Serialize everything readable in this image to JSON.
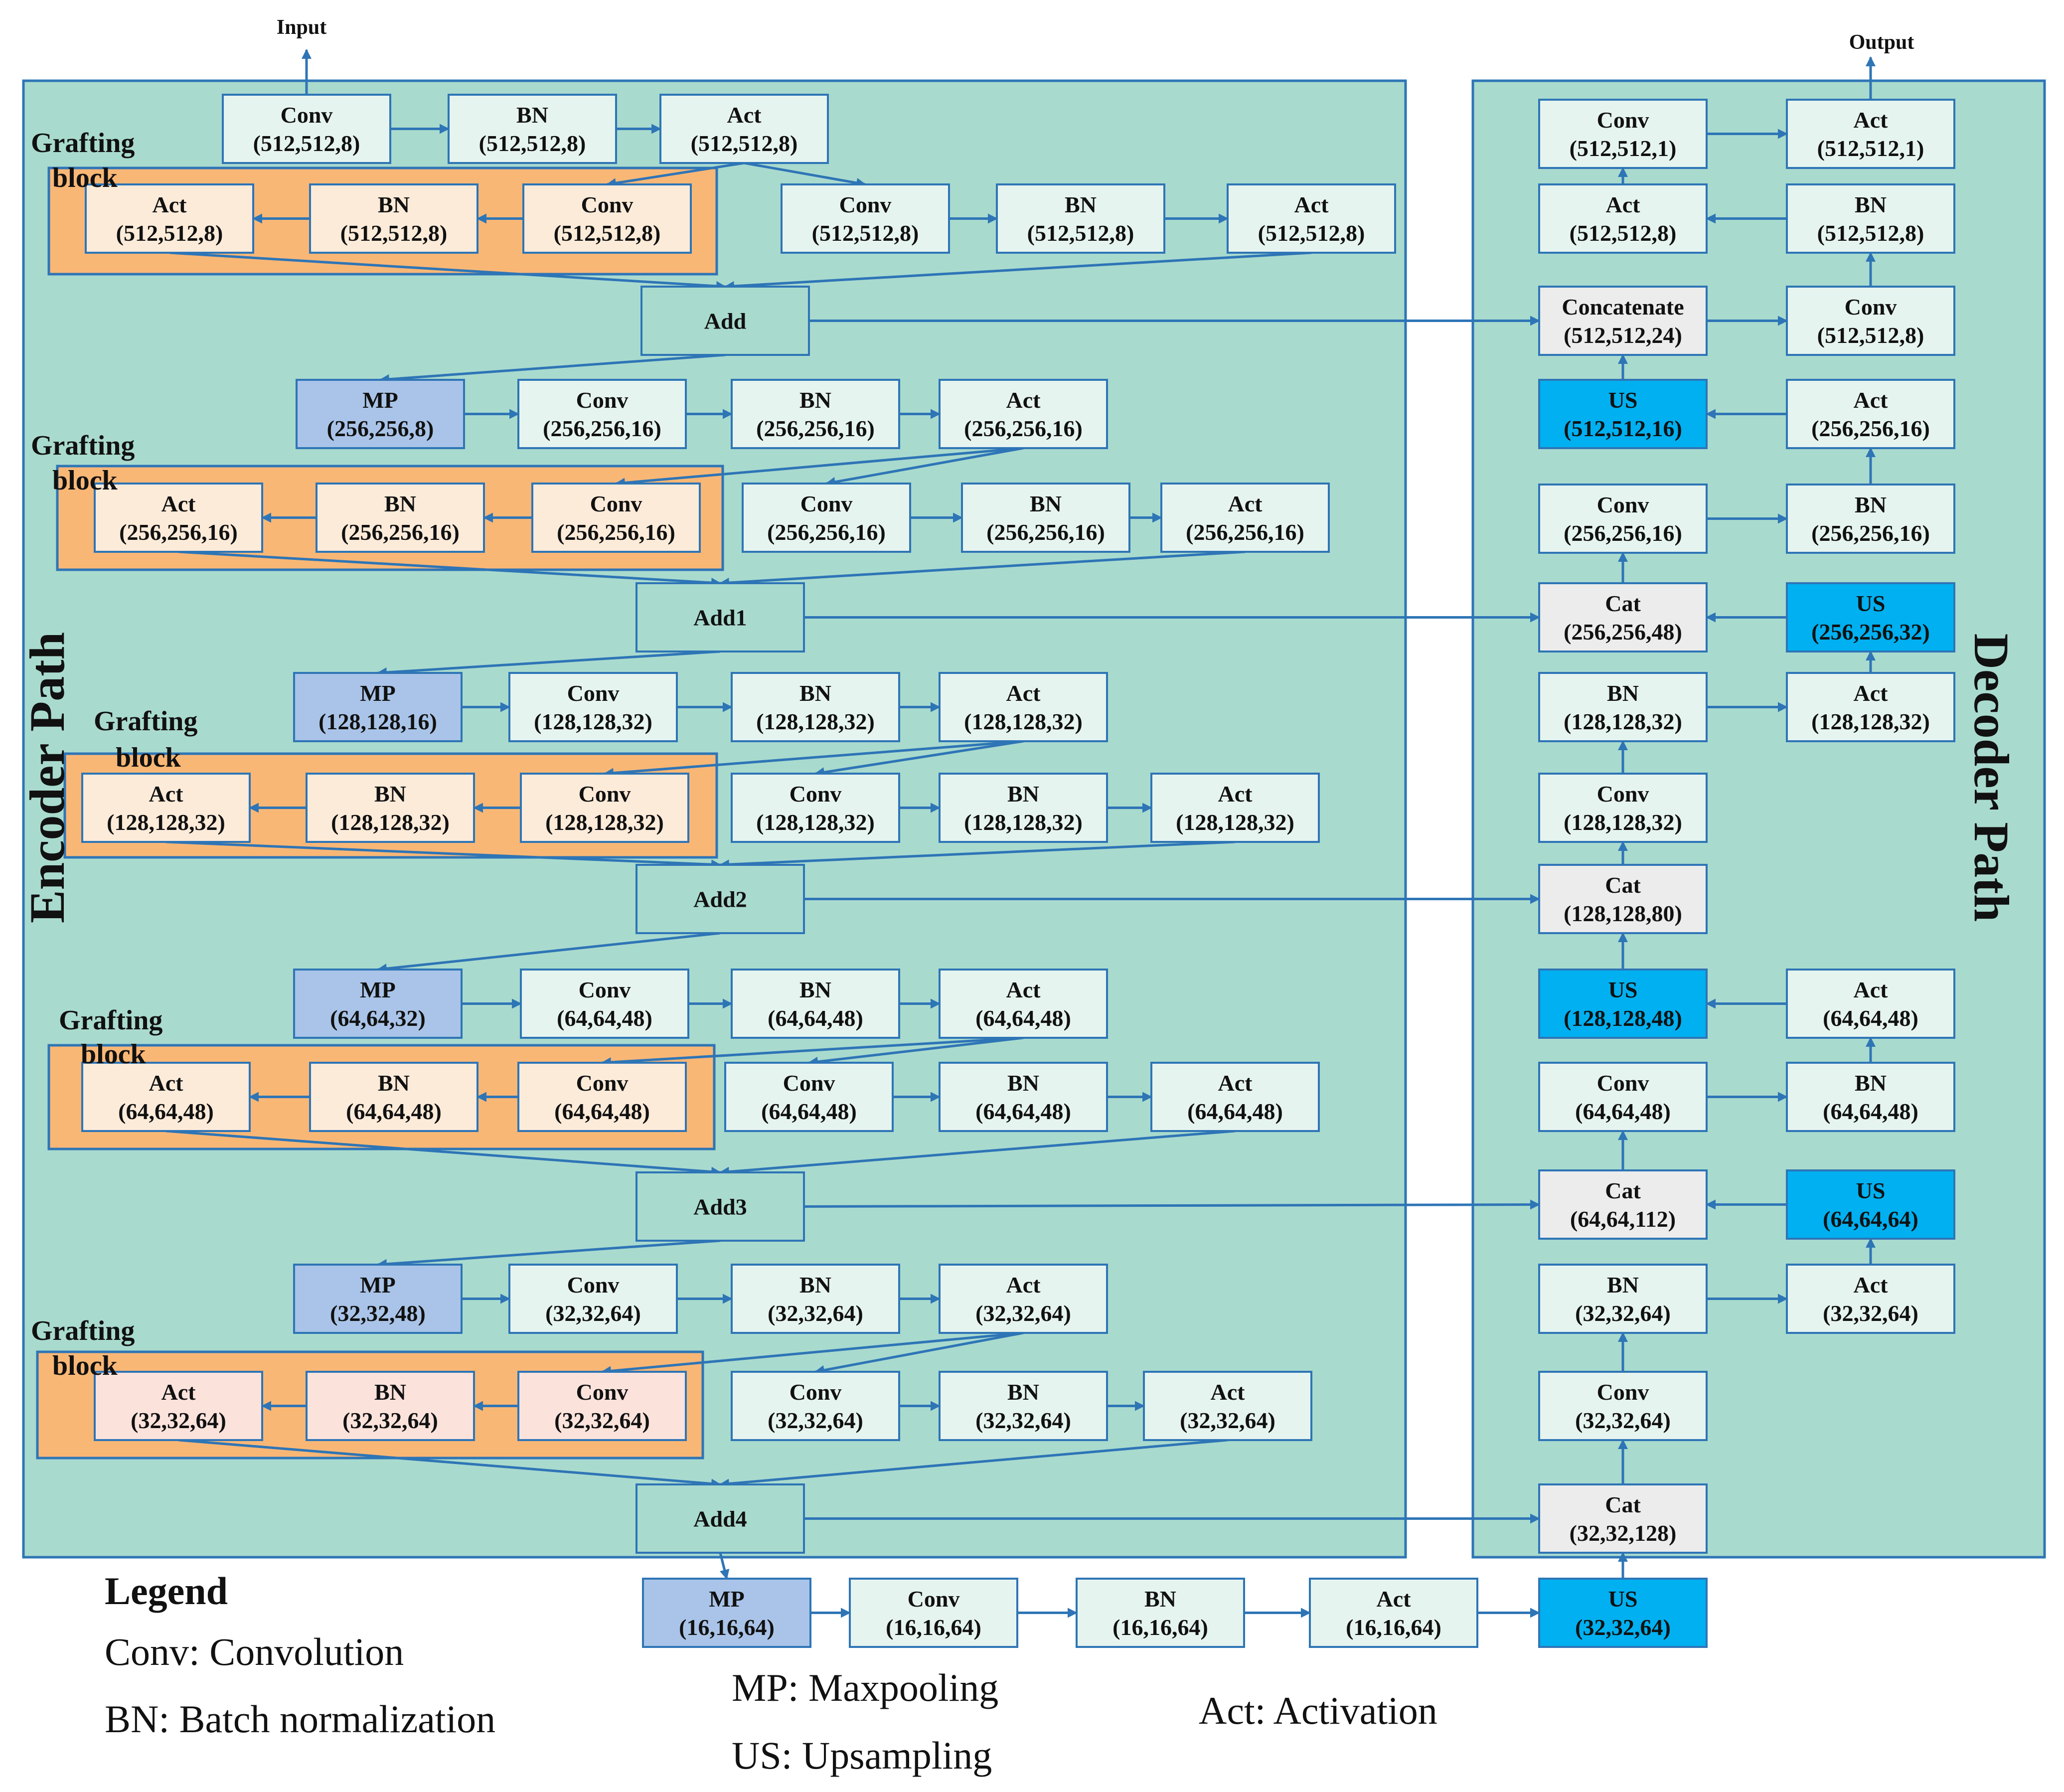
{
  "io": {
    "input": "Input",
    "output": "Output"
  },
  "labels": {
    "encoder": "Encoder Path",
    "decoder": "Decoder Path"
  },
  "grafting": [
    {
      "line1": "Grafting",
      "line2": "block"
    },
    {
      "line1": "Grafting",
      "line2": "block"
    },
    {
      "line1": "Grafting",
      "line2": "block"
    },
    {
      "line1": "Grafting",
      "line2": "block"
    },
    {
      "line1": "Grafting",
      "line2": "block"
    }
  ],
  "nodes": {
    "e0_conv": {
      "op": "Conv",
      "shape": "(512,512,8)"
    },
    "e0_bn": {
      "op": "BN",
      "shape": "(512,512,8)"
    },
    "e0_act": {
      "op": "Act",
      "shape": "(512,512,8)"
    },
    "g0_act": {
      "op": "Act",
      "shape": "(512,512,8)"
    },
    "g0_bn": {
      "op": "BN",
      "shape": "(512,512,8)"
    },
    "g0_conv": {
      "op": "Conv",
      "shape": "(512,512,8)"
    },
    "e0_conv2": {
      "op": "Conv",
      "shape": "(512,512,8)"
    },
    "e0_bn2": {
      "op": "BN",
      "shape": "(512,512,8)"
    },
    "e0_act2": {
      "op": "Act",
      "shape": "(512,512,8)"
    },
    "add0": {
      "op": "Add",
      "shape": ""
    },
    "e1_mp": {
      "op": "MP",
      "shape": "(256,256,8)"
    },
    "e1_conv": {
      "op": "Conv",
      "shape": "(256,256,16)"
    },
    "e1_bn": {
      "op": "BN",
      "shape": "(256,256,16)"
    },
    "e1_act": {
      "op": "Act",
      "shape": "(256,256,16)"
    },
    "g1_act": {
      "op": "Act",
      "shape": "(256,256,16)"
    },
    "g1_bn": {
      "op": "BN",
      "shape": "(256,256,16)"
    },
    "g1_conv": {
      "op": "Conv",
      "shape": "(256,256,16)"
    },
    "e1_conv2": {
      "op": "Conv",
      "shape": "(256,256,16)"
    },
    "e1_bn2": {
      "op": "BN",
      "shape": "(256,256,16)"
    },
    "e1_act2": {
      "op": "Act",
      "shape": "(256,256,16)"
    },
    "add1": {
      "op": "Add1",
      "shape": ""
    },
    "e2_mp": {
      "op": "MP",
      "shape": "(128,128,16)"
    },
    "e2_conv": {
      "op": "Conv",
      "shape": "(128,128,32)"
    },
    "e2_bn": {
      "op": "BN",
      "shape": "(128,128,32)"
    },
    "e2_act": {
      "op": "Act",
      "shape": "(128,128,32)"
    },
    "g2_act": {
      "op": "Act",
      "shape": "(128,128,32)"
    },
    "g2_bn": {
      "op": "BN",
      "shape": "(128,128,32)"
    },
    "g2_conv": {
      "op": "Conv",
      "shape": "(128,128,32)"
    },
    "e2_conv2": {
      "op": "Conv",
      "shape": "(128,128,32)"
    },
    "e2_bn2": {
      "op": "BN",
      "shape": "(128,128,32)"
    },
    "e2_act2": {
      "op": "Act",
      "shape": "(128,128,32)"
    },
    "add2": {
      "op": "Add2",
      "shape": ""
    },
    "e3_mp": {
      "op": "MP",
      "shape": "(64,64,32)"
    },
    "e3_conv": {
      "op": "Conv",
      "shape": "(64,64,48)"
    },
    "e3_bn": {
      "op": "BN",
      "shape": "(64,64,48)"
    },
    "e3_act": {
      "op": "Act",
      "shape": "(64,64,48)"
    },
    "g3_act": {
      "op": "Act",
      "shape": "(64,64,48)"
    },
    "g3_bn": {
      "op": "BN",
      "shape": "(64,64,48)"
    },
    "g3_conv": {
      "op": "Conv",
      "shape": "(64,64,48)"
    },
    "e3_conv2": {
      "op": "Conv",
      "shape": "(64,64,48)"
    },
    "e3_bn2": {
      "op": "BN",
      "shape": "(64,64,48)"
    },
    "e3_act2": {
      "op": "Act",
      "shape": "(64,64,48)"
    },
    "add3": {
      "op": "Add3",
      "shape": ""
    },
    "e4_mp": {
      "op": "MP",
      "shape": "(32,32,48)"
    },
    "e4_conv": {
      "op": "Conv",
      "shape": "(32,32,64)"
    },
    "e4_bn": {
      "op": "BN",
      "shape": "(32,32,64)"
    },
    "e4_act": {
      "op": "Act",
      "shape": "(32,32,64)"
    },
    "g4_act": {
      "op": "Act",
      "shape": "(32,32,64)"
    },
    "g4_bn": {
      "op": "BN",
      "shape": "(32,32,64)"
    },
    "g4_conv": {
      "op": "Conv",
      "shape": "(32,32,64)"
    },
    "e4_conv2": {
      "op": "Conv",
      "shape": "(32,32,64)"
    },
    "e4_bn2": {
      "op": "BN",
      "shape": "(32,32,64)"
    },
    "e4_act2": {
      "op": "Act",
      "shape": "(32,32,64)"
    },
    "add4": {
      "op": "Add4",
      "shape": ""
    },
    "b_mp": {
      "op": "MP",
      "shape": "(16,16,64)"
    },
    "b_conv": {
      "op": "Conv",
      "shape": "(16,16,64)"
    },
    "b_bn": {
      "op": "BN",
      "shape": "(16,16,64)"
    },
    "b_act": {
      "op": "Act",
      "shape": "(16,16,64)"
    },
    "b_us": {
      "op": "US",
      "shape": "(32,32,64)"
    },
    "d_out_conv": {
      "op": "Conv",
      "shape": "(512,512,1)"
    },
    "d_out_act": {
      "op": "Act",
      "shape": "(512,512,1)"
    },
    "d0_act": {
      "op": "Act",
      "shape": "(512,512,8)"
    },
    "d0_bn": {
      "op": "BN",
      "shape": "(512,512,8)"
    },
    "d0_cat": {
      "op": "Concatenate",
      "shape": "(512,512,24)"
    },
    "d0_conv": {
      "op": "Conv",
      "shape": "(512,512,8)"
    },
    "d0_us": {
      "op": "US",
      "shape": "(512,512,16)"
    },
    "d1_act": {
      "op": "Act",
      "shape": "(256,256,16)"
    },
    "d1_conv": {
      "op": "Conv",
      "shape": "(256,256,16)"
    },
    "d1_bn": {
      "op": "BN",
      "shape": "(256,256,16)"
    },
    "d1_cat": {
      "op": "Cat",
      "shape": "(256,256,48)"
    },
    "d1_us": {
      "op": "US",
      "shape": "(256,256,32)"
    },
    "d2_bn": {
      "op": "BN",
      "shape": "(128,128,32)"
    },
    "d2_act": {
      "op": "Act",
      "shape": "(128,128,32)"
    },
    "d2_conv": {
      "op": "Conv",
      "shape": "(128,128,32)"
    },
    "d2_cat": {
      "op": "Cat",
      "shape": "(128,128,80)"
    },
    "d2_us": {
      "op": "US",
      "shape": "(128,128,48)"
    },
    "d3_act": {
      "op": "Act",
      "shape": "(64,64,48)"
    },
    "d3_conv": {
      "op": "Conv",
      "shape": "(64,64,48)"
    },
    "d3_bn": {
      "op": "BN",
      "shape": "(64,64,48)"
    },
    "d3_cat": {
      "op": "Cat",
      "shape": "(64,64,112)"
    },
    "d3_us": {
      "op": "US",
      "shape": "(64,64,64)"
    },
    "d4_bn": {
      "op": "BN",
      "shape": "(32,32,64)"
    },
    "d4_act": {
      "op": "Act",
      "shape": "(32,32,64)"
    },
    "d4_conv": {
      "op": "Conv",
      "shape": "(32,32,64)"
    },
    "d4_cat": {
      "op": "Cat",
      "shape": "(32,32,128)"
    }
  },
  "legend": {
    "title": "Legend",
    "conv": "Conv: Convolution",
    "bn": "BN: Batch normalization",
    "mp": "MP: Maxpooling",
    "us": "US: Upsampling",
    "act": "Act: Activation"
  }
}
